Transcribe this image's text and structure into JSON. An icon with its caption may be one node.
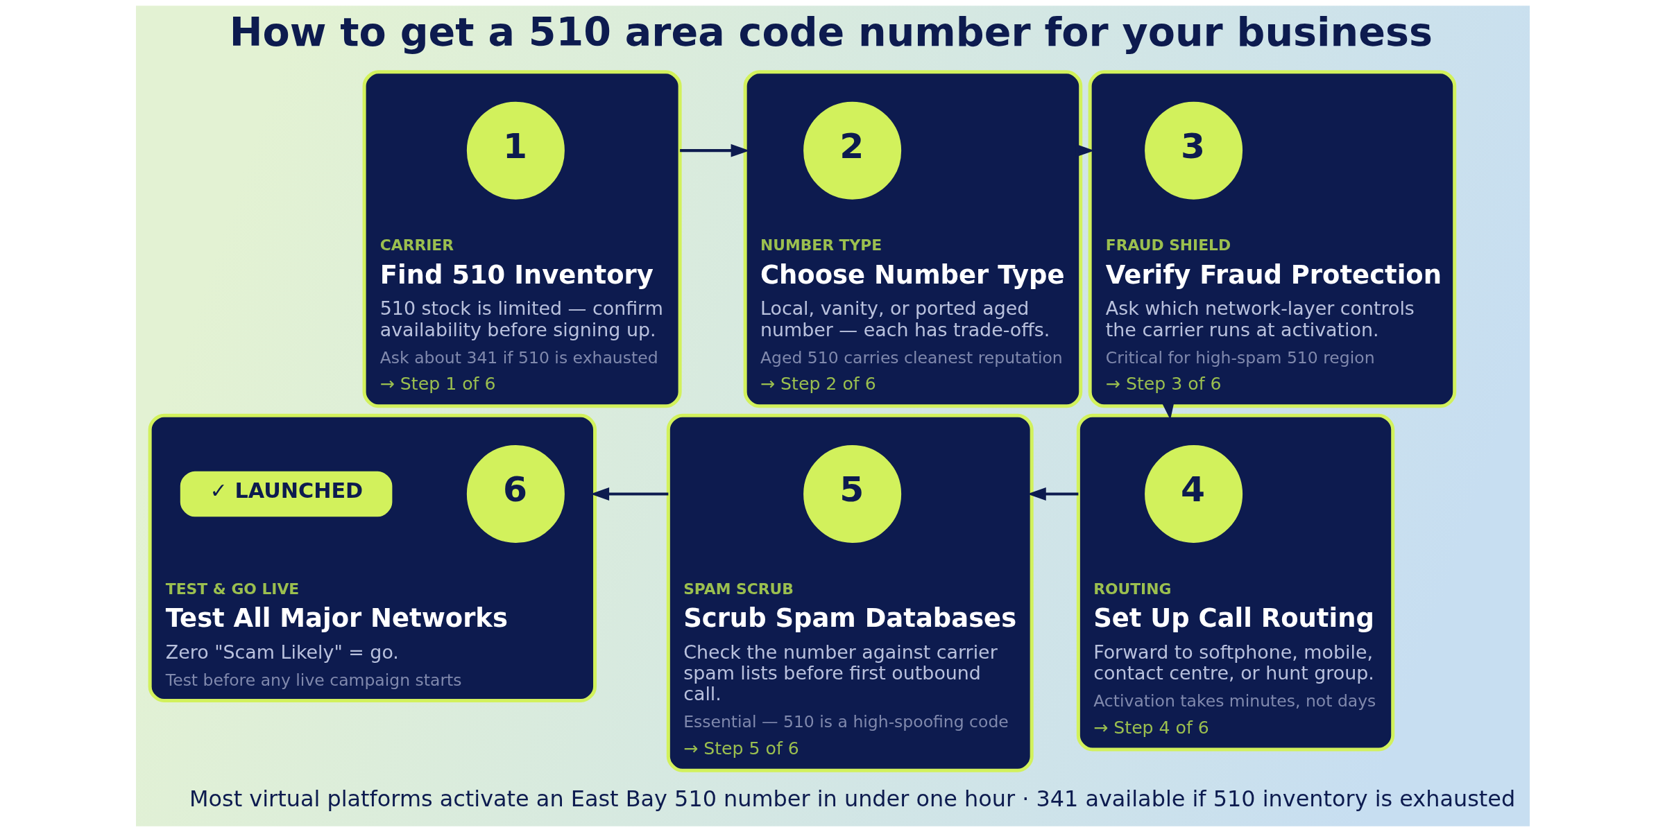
{
  "diagram": {
    "title": "How to get a 510 area code number for your business",
    "caption": "Most virtual platforms activate an East Bay 510 number in under one hour · 341 available if 510 inventory is exhausted",
    "nodes": [
      {
        "text": [
          "CARRIER",
          "Find 510 Inventory",
          "510 stock is limited — confirm availability before signing up.",
          "Ask about 341 if 510 is exhausted",
          "→ Step 1 of 6"
        ]
      },
      {
        "text": [
          "1"
        ],
        "in": 0
      },
      {
        "text": [
          "NUMBER TYPE",
          "Choose Number Type",
          "Local, vanity, or ported aged number — each has trade-offs.",
          "Aged 510 carries cleanest reputation",
          "→ Step 2 of 6"
        ]
      },
      {
        "text": [
          "2"
        ],
        "in": 2
      },
      {
        "text": [
          "FRAUD SHIELD",
          "Verify Fraud Protection",
          "Ask which network-layer controls the carrier runs at activation.",
          "Critical for high-spam 510 region",
          "→ Step 3 of 6"
        ]
      },
      {
        "text": [
          "3"
        ],
        "in": 4
      },
      {
        "text": [
          "TEST & GO LIVE",
          "Test All Major Networks",
          "Zero \"Scam Likely\" = go.",
          "Test before any live campaign starts"
        ]
      },
      {
        "text": [
          "6"
        ],
        "in": 6
      },
      {
        "text": [
          "✓ LAUNCHED"
        ],
        "in": 6
      },
      {
        "text": [
          "SPAM SCRUB",
          "Scrub Spam Databases",
          "Check the number against carrier spam lists before first outbound call.",
          "Essential — 510 is a high-spoofing code",
          "→ Step 5 of 6"
        ]
      },
      {
        "text": [
          "5"
        ],
        "in": 9
      },
      {
        "text": [
          "ROUTING",
          "Set Up Call Routing",
          "Forward to softphone, mobile, contact centre, or hunt group.",
          "Activation takes minutes, not days",
          "→ Step 4 of 6"
        ]
      },
      {
        "text": [
          "4"
        ],
        "in": 11
      }
    ],
    "edges": [
      {
        "from": 0,
        "to": 2,
        "arrow": "to"
      },
      {
        "from": 2,
        "to": 4,
        "arrow": "to"
      },
      {
        "from": 4,
        "to": 11,
        "arrow": "to"
      },
      {
        "from": 11,
        "to": 9,
        "arrow": "to"
      },
      {
        "from": 9,
        "to": 6,
        "arrow": "to"
      }
    ]
  }
}
